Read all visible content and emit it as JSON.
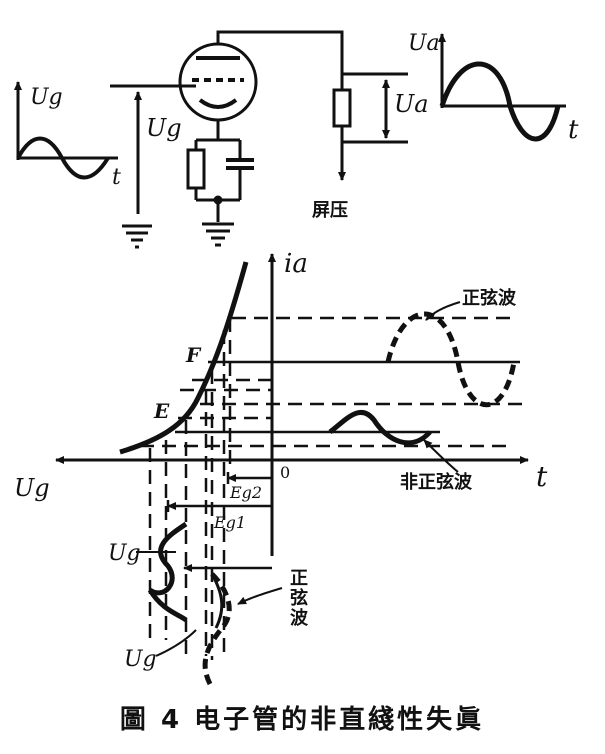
{
  "caption": "圖 4 电子管的非直綫性失眞",
  "circuit": {
    "input_axis_label": "Ug",
    "input_time_label": "t",
    "grid_voltage_label": "Ug",
    "anode_voltage_label": "Ua",
    "supply_label": "屏压",
    "output_axis_label": "Ua",
    "output_time_label": "t"
  },
  "characteristic": {
    "ia_label": "ia",
    "ug_axis_label": "Ug",
    "t_axis_label": "t",
    "origin_label": "0",
    "point_f_label": "F",
    "point_e_label": "E",
    "eg2_label": "Eg2",
    "eg1_label": "Eg1",
    "sine_wave_label": "正弦波",
    "nonsine_wave_label": "非正弦波",
    "bottom_ug_upper_label": "Ug",
    "bottom_ug_lower_label": "Ug",
    "bottom_sine_label": [
      "正",
      "弦",
      "波"
    ]
  },
  "colors": {
    "ink": "#111111",
    "background": "#ffffff"
  }
}
